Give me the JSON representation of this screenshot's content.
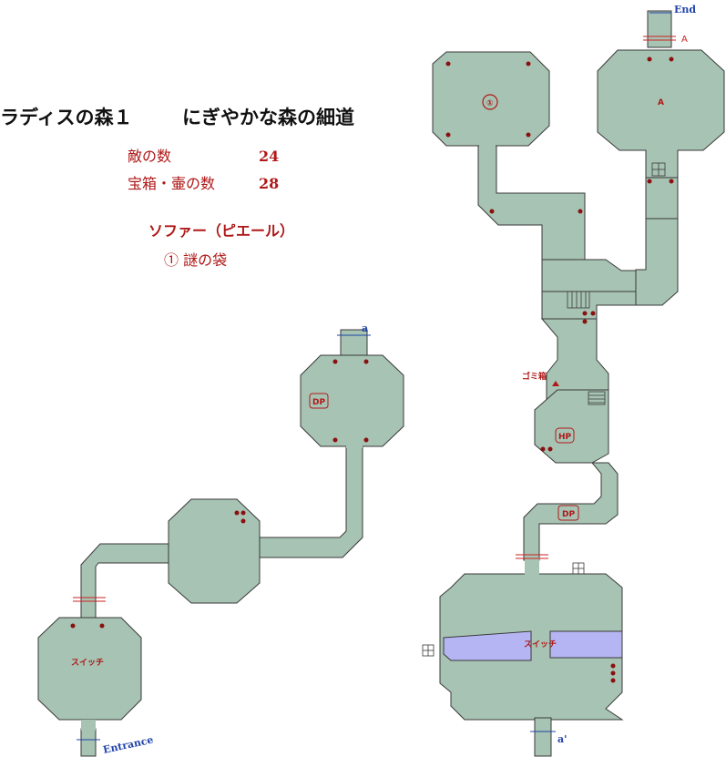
{
  "title": {
    "area": "ラディスの森１",
    "sub": "にぎやかな森の細道"
  },
  "stats": {
    "enemy_label": "敵の数",
    "enemy_count": "24",
    "chest_label": "宝箱・壷の数",
    "chest_count": "28"
  },
  "character": {
    "heading": "ソファー（ピエール）",
    "item": "① 謎の袋"
  },
  "labels": {
    "end": "End",
    "entrance": "Entrance",
    "a_upper": "A",
    "a_room": "A",
    "a_lower": "a",
    "a_prime": "a'",
    "circle_one": "①",
    "dp1": "DP",
    "dp2": "DP",
    "hp": "HP",
    "trash": "ゴミ箱",
    "switch_left": "スイッチ",
    "switch_right": "スイッチ"
  },
  "colors": {
    "floor": "#a7c3b3",
    "outline": "#3a3a3a",
    "water": "#b5b5f3",
    "marker": "#8b1010",
    "text_red": "#b01818",
    "text_blue": "#2244aa"
  }
}
